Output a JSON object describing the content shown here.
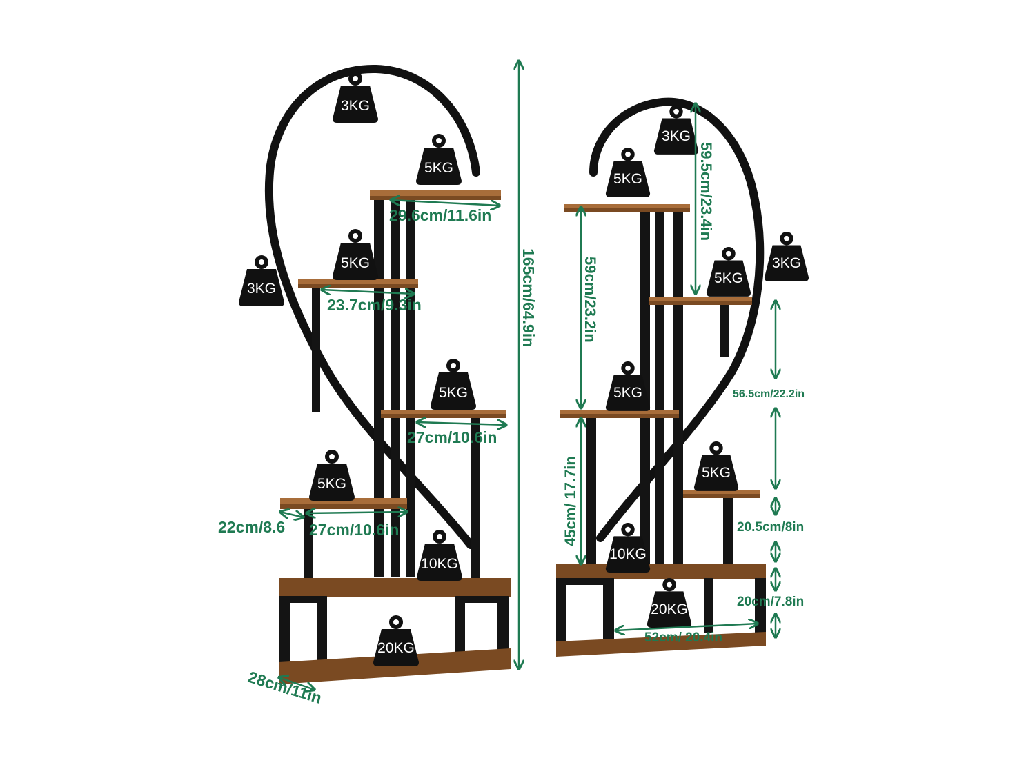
{
  "colors": {
    "dimension": "#1f7a52",
    "weight_badge": "#111111",
    "wood": "#7a4a22",
    "metal": "#141414"
  },
  "left_stand": {
    "weights": {
      "arch_top": "3KG",
      "arch_hook": "3KG",
      "shelf_top": "5KG",
      "shelf_upper_left": "5KG",
      "shelf_mid_right": "5KG",
      "shelf_lower_left": "5KG",
      "base_top": "10KG",
      "base_bottom": "20KG"
    },
    "dimensions": {
      "shelf_top_width": "29.6cm/11.6in",
      "shelf_upper_left_width": "23.7cm/9.3in",
      "shelf_mid_right_width": "27cm/10.6in",
      "shelf_lower_depth": "22cm/8.6",
      "shelf_lower_width": "27cm/10.6in",
      "base_depth": "28cm/11in",
      "total_height": "165cm/64.9in"
    }
  },
  "right_stand": {
    "weights": {
      "arch_top": "3KG",
      "arch_hook": "3KG",
      "shelf_top": "5KG",
      "shelf_upper_right": "5KG",
      "shelf_mid_left": "5KG",
      "shelf_lower_right": "5KG",
      "base_top": "10KG",
      "base_bottom": "20KG"
    },
    "dimensions": {
      "arch_to_shelf_height": "59.5cm/23.4in",
      "top_to_mid_height": "59cm/23.2in",
      "mid_to_base_height": "45cm/ 17.7in",
      "right_upper_gap": "56.5cm/22.2in",
      "right_lower_gap": "20.5cm/8in",
      "base_height": "20cm/7.8in",
      "base_width": "52cm/ 20.4in"
    }
  }
}
